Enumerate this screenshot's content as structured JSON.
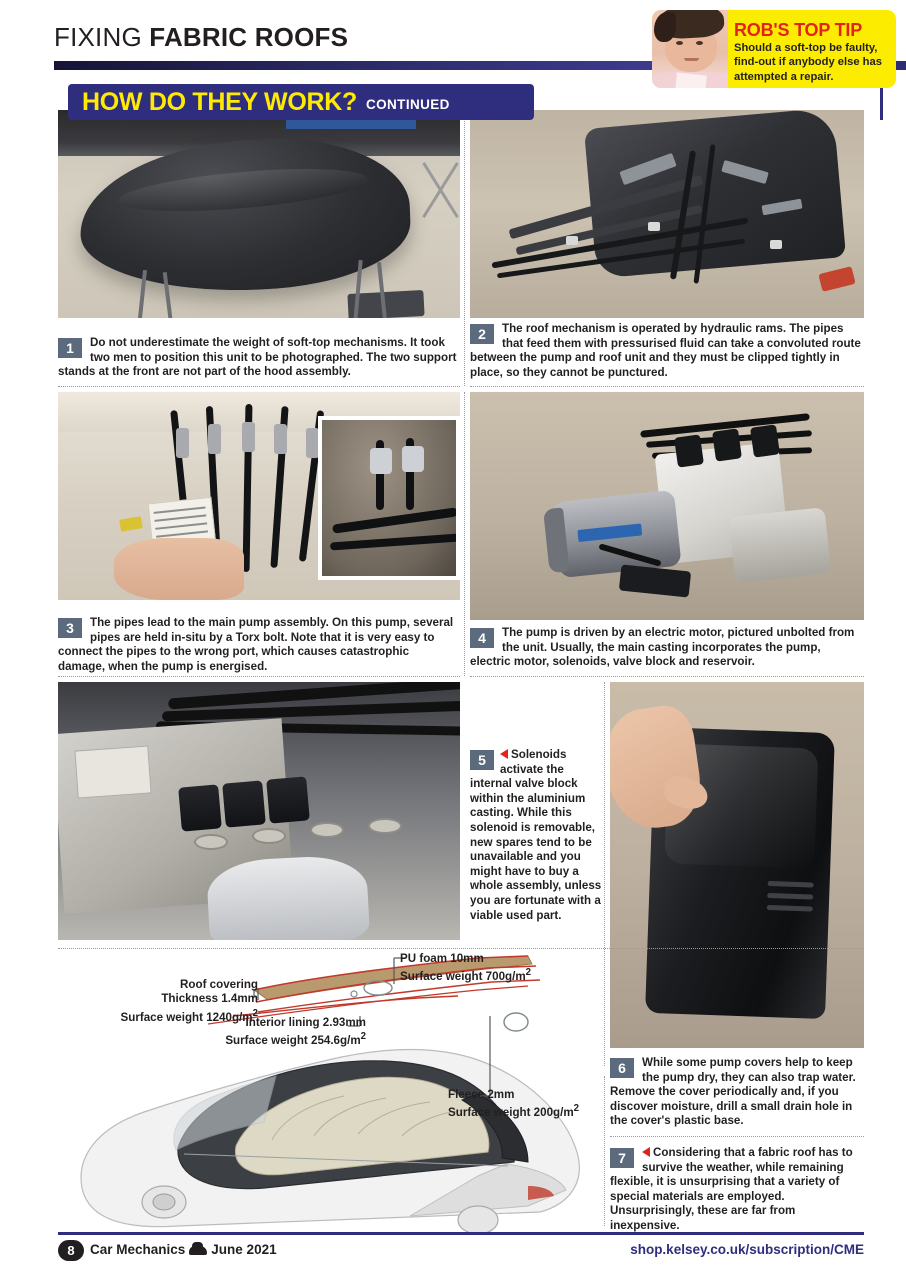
{
  "header": {
    "title_light": "FIXING ",
    "title_bold": "FABRIC ROOFS"
  },
  "tip": {
    "title": "ROB'S TOP TIP",
    "body": "Should a soft-top be faulty, find-out if anybody else has attempted a repair.",
    "bg_color": "#fced00",
    "title_color": "#e2231a"
  },
  "banner": {
    "main": "HOW DO THEY WORK?",
    "continued": "CONTINUED",
    "bg_color": "#2f2e7e",
    "main_color": "#ffeb00"
  },
  "captions": [
    {
      "number": "1",
      "text": "Do not underestimate the weight of soft-top mechanisms. It took two men to position this unit to be photographed. The two support stands at the front are not part of the hood assembly.",
      "arrow": false
    },
    {
      "number": "2",
      "text": "The roof mechanism is operated by hydraulic rams. The pipes that feed them with pressurised fluid can take a convoluted route between the pump and roof unit and they must be clipped tightly in place, so they cannot be punctured.",
      "arrow": false
    },
    {
      "number": "3",
      "text": "The pipes lead to the main pump assembly. On this pump, several pipes are held in-situ by a Torx bolt. Note that it is very easy to connect the pipes to the wrong port, which causes catastrophic damage, when the pump is energised.",
      "arrow": false
    },
    {
      "number": "4",
      "text": "The pump is driven by an electric motor, pictured unbolted from the unit. Usually, the main casting incorporates the pump, electric motor, solenoids, valve block and reservoir.",
      "arrow": false
    },
    {
      "number": "5",
      "text": "Solenoids activate the internal valve block within the aluminium casting. While this solenoid is removable, new spares tend to be unavailable and you might have to buy a whole assembly, unless you are fortunate with a viable used part.",
      "arrow": true
    },
    {
      "number": "6",
      "text": "While some pump covers help to keep the pump dry, they can also trap water. Remove the cover periodically and, if you discover moisture, drill a small drain hole in the cover's plastic base.",
      "arrow": false
    },
    {
      "number": "7",
      "text": "Considering that a fabric roof has to survive the weather, while remaining flexible, it is unsurprising that a variety of special materials are employed. Unsurprisingly, these are far from inexpensive.",
      "arrow": true
    }
  ],
  "diagram": {
    "labels": {
      "roof_covering": "Roof covering\nThickness 1.4mm\nSurface weight 1240g/m2",
      "roof_covering_l1": "Roof covering",
      "roof_covering_l2": "Thickness 1.4mm",
      "roof_covering_l3": "Surface weight 1240g/m",
      "interior_lining_l1": "Interior lining 2.93mm",
      "interior_lining_l2": "Surface weight 254.6g/m",
      "pu_foam_l1": "PU foam 10mm",
      "pu_foam_l2": "Surface weight 700g/m",
      "fleece_l1": "Fleece 2mm",
      "fleece_l2": "Surface weight 200g/m",
      "superscript": "2"
    }
  },
  "footer": {
    "page_number": "8",
    "magazine": "Car Mechanics",
    "issue": "June 2021",
    "link": "shop.kelsey.co.uk/subscription/CME",
    "link_color": "#2f2e7e"
  }
}
